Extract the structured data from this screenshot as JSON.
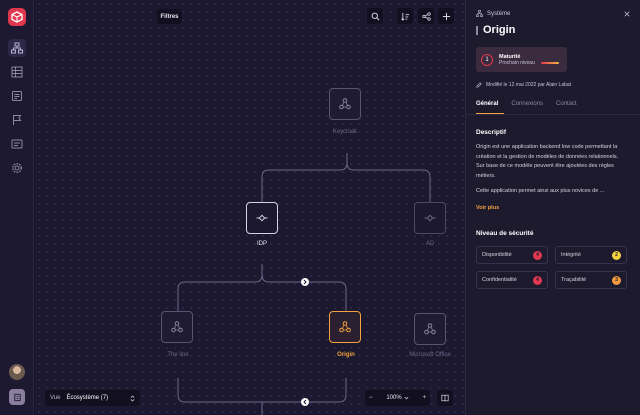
{
  "canvas": {
    "filter_label": "Filtres",
    "nodes": {
      "keycloak": "Keycloak",
      "idp": "IDP",
      "ad": "AD",
      "theline": "The line",
      "origin": "Origin",
      "microsoft_office": "Microsoft Office"
    },
    "view_label": "Vue",
    "view_value": "Écosystème (7)",
    "zoom_value": "100%",
    "zoom_minus": "−",
    "zoom_plus": "+"
  },
  "panel": {
    "breadcrumb": "Système",
    "title": "Origin",
    "maturity_title": "Maturité",
    "maturity_sub": "Prochain niveau",
    "maturity_level": "1",
    "modified": "Modifié le 12 mai 2022 par Alain Labat",
    "tabs": [
      "Général",
      "Connexions",
      "Contact"
    ],
    "description_title": "Descriptif",
    "description_p1": "Origin est une application backend low code permettant la création et la gestion de modèles de données relationnels. Sur base de ce modèle peuvent être ajoutées des règles métiers.",
    "description_p2": "Cette application permet ainsi aux plus novices de ...",
    "see_more": "Voir plus",
    "security_title": "Niveau de sécurité",
    "security": [
      {
        "label": "Disponibilité",
        "value": "4",
        "color": "#e0394f"
      },
      {
        "label": "Intégrité",
        "value": "2",
        "color": "#f2d13d"
      },
      {
        "label": "Confidentialité",
        "value": "4",
        "color": "#e0394f"
      },
      {
        "label": "Traçabilité",
        "value": "3",
        "color": "#f29a3d"
      }
    ]
  },
  "colors": {
    "accent": "#f2a33d",
    "brand": "#e0394f"
  }
}
